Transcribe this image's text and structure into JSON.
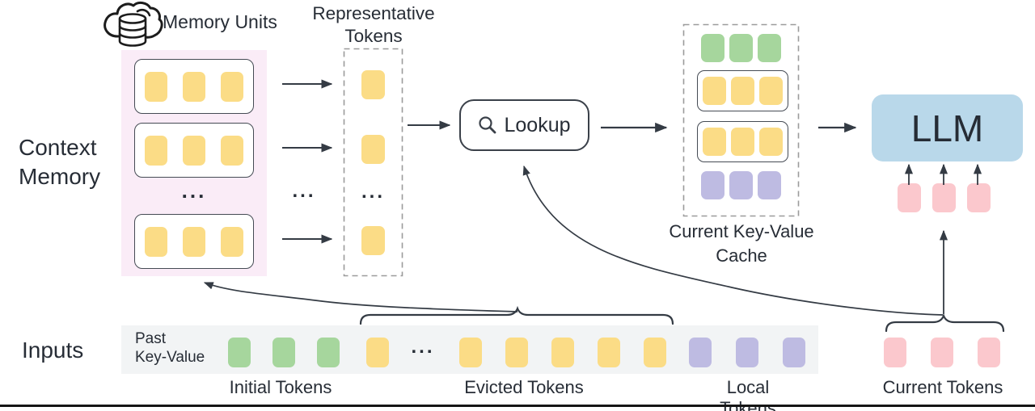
{
  "figure": {
    "ellipsis": "...",
    "context_memory": {
      "label_line1": "Context",
      "label_line2": "Memory",
      "memory_units_label": "Memory Units"
    },
    "representative": {
      "label_line1": "Representative",
      "label_line2": "Tokens"
    },
    "lookup": {
      "label": "Lookup"
    },
    "cache": {
      "label_line1": "Current Key-Value",
      "label_line2": "Cache"
    },
    "llm": {
      "label": "LLM"
    },
    "inputs": {
      "label": "Inputs",
      "past_kv_line1": "Past",
      "past_kv_line2": "Key-Value",
      "captions": {
        "initial": "Initial Tokens",
        "evicted": "Evicted Tokens",
        "local": "Local Tokens",
        "current": "Current Tokens"
      }
    }
  },
  "colors": {
    "yellow_token": "#FBDC86",
    "green_token": "#A6D69D",
    "purple_token": "#BEBBE2",
    "pink_token": "#FBC8CD",
    "llm_box": "#B9D8EA",
    "memory_bg": "#FAECF7",
    "strip_bg": "#F2F4F5",
    "outline": "#454B54",
    "arrow": "#343B44",
    "dashed_border": "#9B9B9B",
    "text": "#272D36",
    "bottom_rule": "#151515"
  },
  "token_groups": {
    "memory_row_1": {
      "count": 3,
      "color": "yellow"
    },
    "memory_row_2": {
      "count": 3,
      "color": "yellow"
    },
    "memory_row_3": {
      "count": 3,
      "color": "yellow"
    },
    "representative_1": {
      "count": 1,
      "color": "yellow"
    },
    "representative_2": {
      "count": 1,
      "color": "yellow"
    },
    "representative_3": {
      "count": 1,
      "color": "yellow"
    },
    "cache_initial": {
      "count": 3,
      "color": "green"
    },
    "cache_retrieved_1": {
      "count": 3,
      "color": "yellow"
    },
    "cache_retrieved_2": {
      "count": 3,
      "color": "yellow"
    },
    "cache_local": {
      "count": 3,
      "color": "purple"
    },
    "llm_input": {
      "count": 3,
      "color": "pink"
    },
    "initial": {
      "count": 3,
      "color": "green"
    },
    "evicted_head": {
      "count": 1,
      "color": "yellow"
    },
    "evicted_tail": {
      "count": 5,
      "color": "yellow"
    },
    "local": {
      "count": 3,
      "color": "purple"
    },
    "current": {
      "count": 3,
      "color": "pink"
    }
  }
}
